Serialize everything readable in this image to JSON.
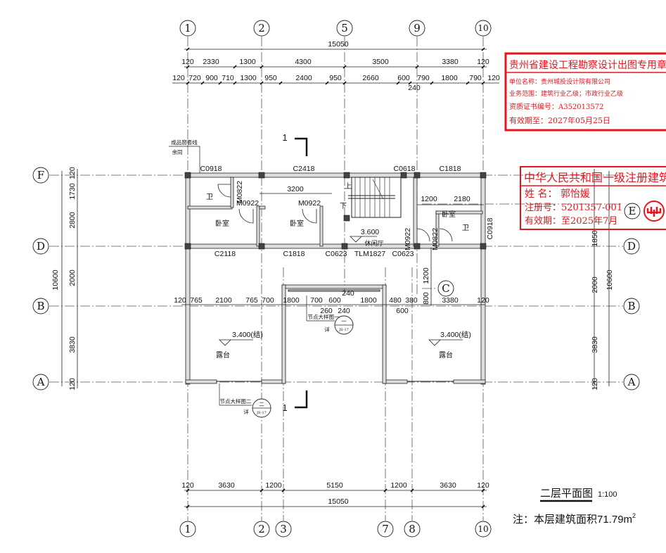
{
  "drawing": {
    "title": "二层平面图",
    "scale": "1:100",
    "note_prefix": "注：本层建筑面积71.79m",
    "note_sup": "2",
    "section_mark": "1"
  },
  "axes": {
    "top": [
      "1",
      "2",
      "5",
      "9",
      "10"
    ],
    "bottom": [
      "1",
      "2",
      "3",
      "7",
      "8",
      "10"
    ],
    "left": [
      "F",
      "D",
      "B",
      "A"
    ],
    "right": [
      "E",
      "D",
      "B",
      "A"
    ],
    "inner": "C"
  },
  "dims": {
    "top_total": "15050",
    "top_row1": [
      "120",
      "2330",
      "1300",
      "4300",
      "3500",
      "3380",
      "120"
    ],
    "top_row2": [
      "120",
      "720",
      "900",
      "710",
      "1300",
      "950",
      "2400",
      "950",
      "2660",
      "600",
      "790",
      "1800",
      "790",
      "120"
    ],
    "top_extra": "240",
    "left_total": "10600",
    "left": [
      "120",
      "1730",
      "2800",
      "2000",
      "3830",
      "120"
    ],
    "right_total": "10600",
    "right": [
      "1850",
      "2000",
      "3830",
      "120"
    ],
    "middle": [
      "120",
      "765",
      "2100",
      "765",
      "700",
      "1800",
      "700",
      "600",
      "1800",
      "480",
      "380",
      "3380",
      "120"
    ],
    "middle_extra": [
      "240",
      "260",
      "240",
      "600"
    ],
    "c_dims": [
      "1200",
      "800"
    ],
    "bottom": [
      "120",
      "3630",
      "1200",
      "5150",
      "1200",
      "3630",
      "120"
    ],
    "bottom_total": "15050",
    "inner": [
      "3200",
      "1200",
      "2180"
    ]
  },
  "openings": {
    "top": [
      "C0918",
      "C2418",
      "C0618",
      "C1818"
    ],
    "doors": [
      "M0822",
      "M0922",
      "M0922",
      "M0922",
      "M0822",
      "C0918"
    ],
    "middle": [
      "C2118",
      "C1818",
      "C0623",
      "TLM1827",
      "C0623"
    ]
  },
  "rooms": {
    "bath1": "卫",
    "bed1": "卧室",
    "bed2": "卧室",
    "lounge": "休闲厅",
    "bed3": "卧室",
    "bath2": "卫",
    "terrace1": "露台",
    "terrace2": "露台",
    "stair_up": "上",
    "stair_down": "下"
  },
  "levels": {
    "lounge": "3.600",
    "terrace1": "3.400(结)",
    "terrace2": "3.400(结)"
  },
  "annotations": {
    "window_trim": "成品窗套线",
    "same_rest": "余同",
    "detail1": "节点大样图一",
    "detail2": "节点大样图二",
    "detail_mark": "详",
    "detail1_no": "一",
    "detail2_no": "二",
    "sheet": "JS-17"
  },
  "stamp1": {
    "title": "贵州省建设工程勘察设计出图专用章",
    "unit": "单位名称：贵州城投设计院有限公司",
    "scope": "业务范围：建筑行业乙级；市政行业乙级",
    "cert": "资质证书编号：A352013572",
    "valid": "有效期至：2027年05月25日"
  },
  "stamp2": {
    "title": "中华人民共和国一级注册建筑师",
    "name": "姓 名： 郭怡媛",
    "reg": "注册号：5201357-001",
    "valid": "有效期：至2025年7月"
  },
  "colors": {
    "stamp": "#e8141c",
    "line": "#222222"
  }
}
